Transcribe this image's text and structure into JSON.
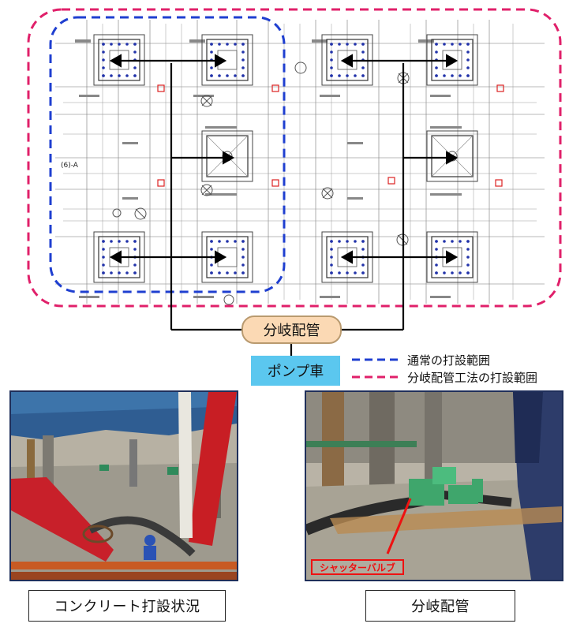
{
  "drawing": {
    "grid_label": "(6)-A"
  },
  "pump_car": {
    "label": "ポンプ車"
  },
  "branch_pipe_box": {
    "label": "分岐配管"
  },
  "legend": {
    "items": [
      {
        "text": "通常の打設範囲",
        "color": "#1f3fd0"
      },
      {
        "text": "分岐配管工法の打設範囲",
        "color": "#e0206a"
      }
    ]
  },
  "photos": {
    "left_caption": "コンクリート打設状況",
    "right_caption": "分岐配管",
    "valve_label": "シャッターバルブ"
  },
  "colors": {
    "blue_dash": "#1f3fd0",
    "pink_dash": "#e0206a",
    "pump_fill": "#5bc7ef",
    "branch_fill": "#fbd9b4",
    "valve_red": "#e11111"
  }
}
